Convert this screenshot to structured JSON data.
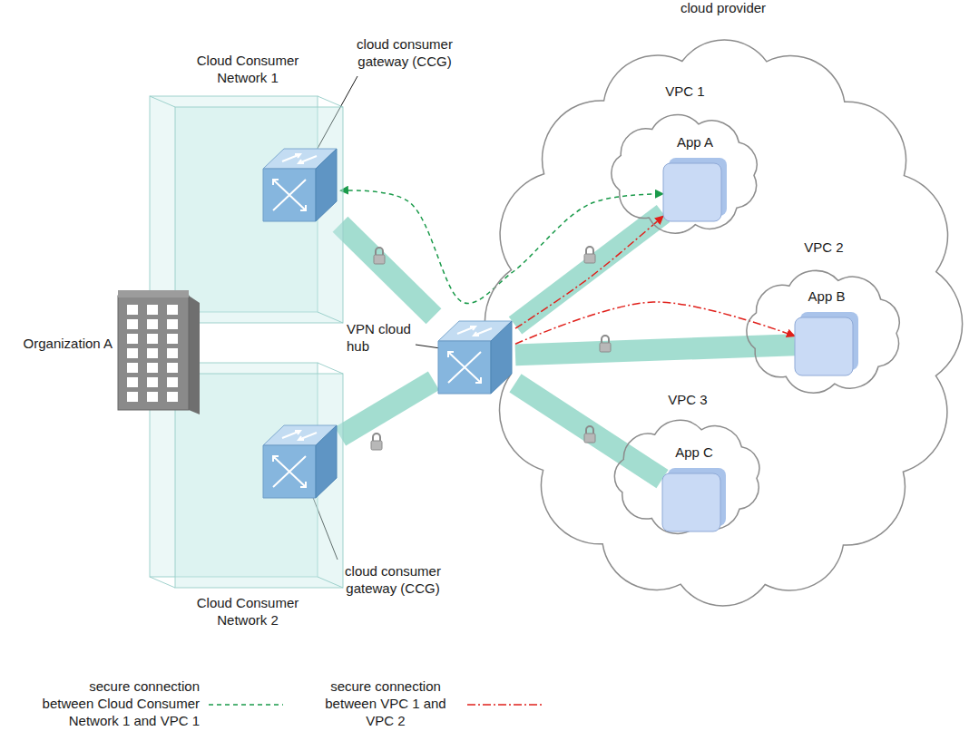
{
  "diagram": {
    "nodes": [
      {
        "text": [
          "Cloud Consumer Network 1"
        ]
      },
      {
        "text": [
          "cloud consumer gateway (CCG)"
        ],
        "in": 0
      },
      {
        "text": [
          "Cloud Consumer Network 2"
        ]
      },
      {
        "text": [
          "cloud consumer gateway (CCG)"
        ],
        "in": 2
      },
      {
        "text": [
          "Organization A"
        ]
      },
      {
        "text": [
          "VPN cloud hub"
        ]
      },
      {
        "text": [
          "cloud provider"
        ]
      },
      {
        "text": [
          "VPC 1"
        ],
        "in": 6
      },
      {
        "text": [
          "App A"
        ],
        "in": 7
      },
      {
        "text": [
          "VPC 2"
        ],
        "in": 6
      },
      {
        "text": [
          "App B"
        ],
        "in": 9
      },
      {
        "text": [
          "VPC 3"
        ],
        "in": 6
      },
      {
        "text": [
          "App C"
        ],
        "in": 11
      }
    ],
    "edges": [
      {
        "from": 1,
        "to": 5,
        "arrow": "none"
      },
      {
        "from": 3,
        "to": 5,
        "arrow": "none"
      },
      {
        "from": 5,
        "to": 8,
        "arrow": "none"
      },
      {
        "from": 5,
        "to": 10,
        "arrow": "none"
      },
      {
        "from": 5,
        "to": 12,
        "arrow": "none"
      },
      {
        "from": 1,
        "to": 8,
        "arrow": "both"
      },
      {
        "from": 5,
        "to": 8,
        "arrow": "to"
      },
      {
        "from": 5,
        "to": 10,
        "arrow": "to"
      }
    ],
    "legend": [
      {
        "text": "secure connection between Cloud Consumer Network 1 and VPC 1"
      },
      {
        "text": "secure connection between VPC 1 and VPC 2"
      }
    ]
  }
}
